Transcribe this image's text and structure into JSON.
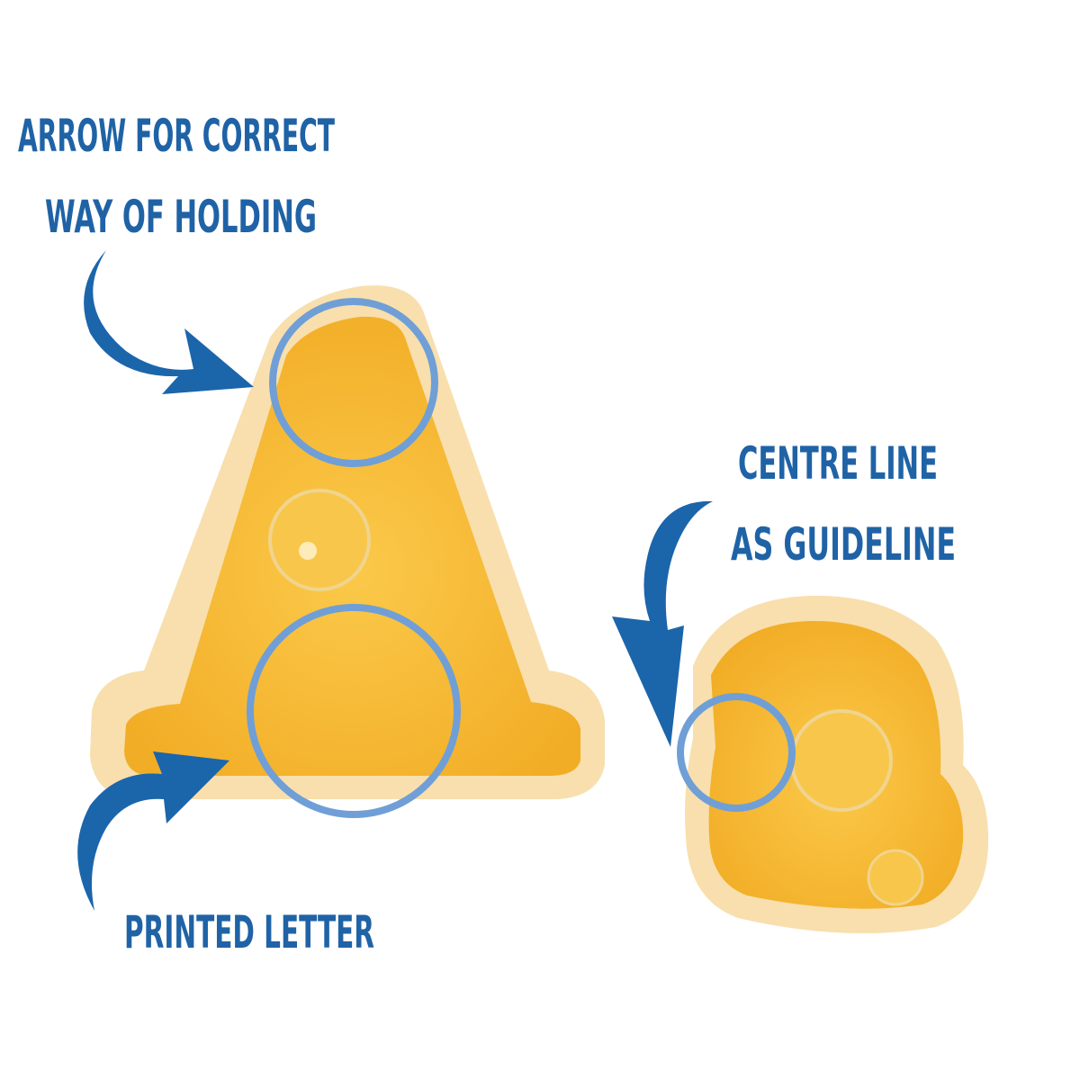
{
  "labels": {
    "arrow_line1": "ARROW FOR CORRECT",
    "arrow_line2": "WAY OF HOLDING",
    "centre_line1": "CENTRE LINE",
    "centre_line2": "AS GUIDELINE",
    "printed": "PRINTED LETTER"
  },
  "colors": {
    "text": "#1f63a6",
    "arrow": "#1b65ab",
    "circle": "#6f9fd6",
    "mould_outer": "#f7dca4",
    "mould_inner": "#f6b92f"
  }
}
